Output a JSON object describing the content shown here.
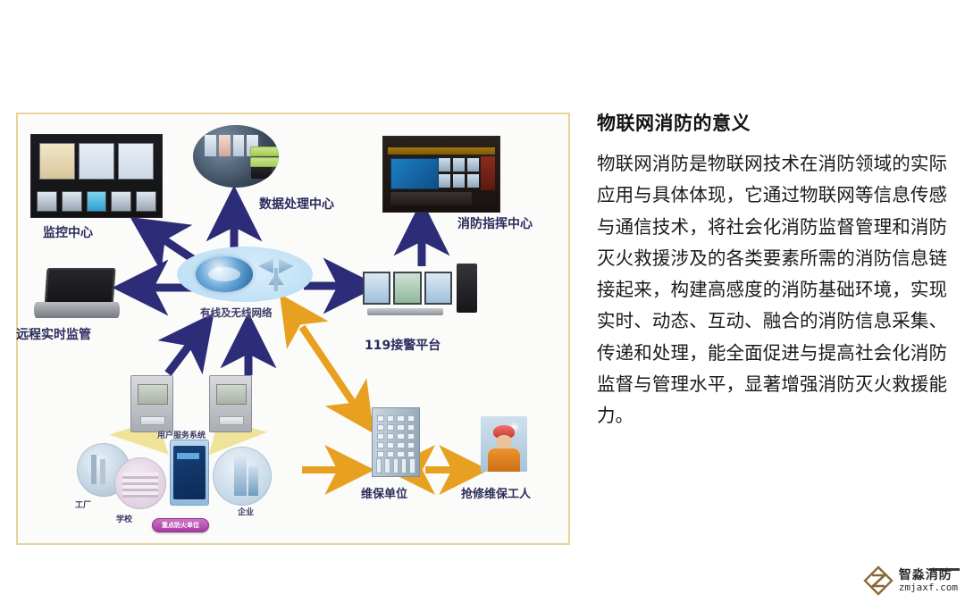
{
  "article": {
    "title": "物联网消防的意义",
    "body": "物联网消防是物联网技术在消防领域的实际应用与具体体现，它通过物联网等信息传感与通信技术，将社会化消防监督管理和消防灭火救援涉及的各类要素所需的消防信息链接起来，构建高感度的消防基础环境，实现实时、动态、互动、融合的消防信息采集、传递和处理，能全面促进与提高社会化消防监督与管理水平，显著增强消防灭火救援能力。"
  },
  "diagram": {
    "nodes": {
      "monitor_center": "监控中心",
      "data_center": "数据处理中心",
      "command_center": "消防指挥中心",
      "remote_supervision": "远程实时监管",
      "network_cloud": "有线及无线网络",
      "alarm_platform": "119接警平台",
      "user_service_system": "用户服务系统",
      "factory": "工厂",
      "school": "学校",
      "enterprise": "企业",
      "key_fire_unit": "重点防火单位",
      "maintenance_unit": "维保单位",
      "repair_worker": "抢修维保工人"
    },
    "colors": {
      "arrow_blue": "#2c2c78",
      "arrow_orange": "#e8a020",
      "arrow_pale": "#f2e9a8",
      "panel_border": "#e6d49a",
      "cloud": "#c7e4f7",
      "badge": "#a63b9e"
    }
  },
  "watermark": {
    "name": "智淼消防",
    "url": "zmjaxf.com"
  }
}
